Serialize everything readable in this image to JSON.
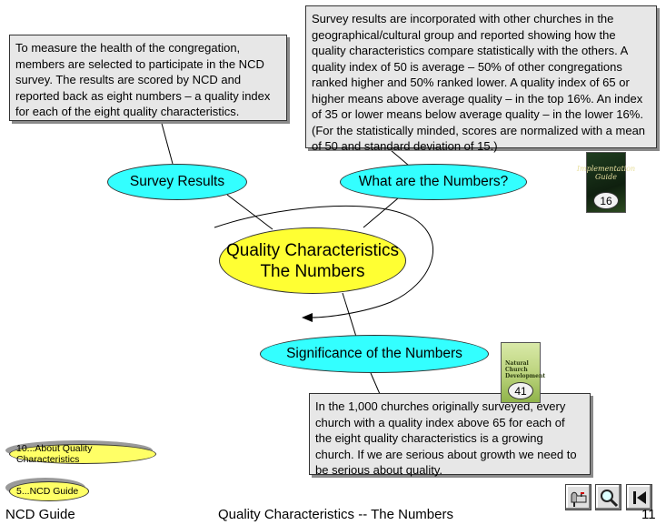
{
  "notes": {
    "measure": "To measure the health of the congregation, members are selected to participate in the NCD survey.  The results are scored by NCD and reported back as eight numbers – a quality index for each of the eight quality characteristics.",
    "survey": "Survey results are incorporated with other churches in the geographical/cultural group and reported showing how the quality characteristics compare statistically with the others.  A quality index of 50 is average – 50% of other congregations ranked higher and 50% ranked lower.  A quality index of 65 or higher means above average quality – in the top 16%.  An index of 35 or lower means below average quality – in the lower 16%.  (For the statistically minded, scores are normalized with a mean of 50 and standard deviation of 15.)",
    "churches": "In the 1,000 churches originally surveyed, every church with a quality index above 65 for each of the eight quality characteristics is a growing church.  If we are serious about growth we need to be serious about quality."
  },
  "nodes": {
    "survey_results": "Survey Results",
    "numbers": "What are the Numbers?",
    "center_line1": "Quality Characteristics",
    "center_line2": "The Numbers",
    "significance": "Significance of the Numbers"
  },
  "books": {
    "guide_badge": "16",
    "guide_cover_line1": "Implementation",
    "guide_cover_line2": "Guide",
    "ncd_badge": "41",
    "ncd_cover_line1": "Natural",
    "ncd_cover_line2": "Church",
    "ncd_cover_line3": "Development"
  },
  "nav_links": {
    "about": "10...About Quality Characteristics",
    "guide": "5...NCD Guide"
  },
  "footer": {
    "left": "NCD Guide",
    "center": "Quality Characteristics -- The Numbers",
    "page": "11"
  },
  "icons": [
    "mailbox-icon",
    "magnifier-icon",
    "first-page-icon"
  ],
  "colors": {
    "node_cyan": "#33ffff",
    "node_yellow": "#ffff33",
    "note_gray": "#e7e7e7"
  }
}
